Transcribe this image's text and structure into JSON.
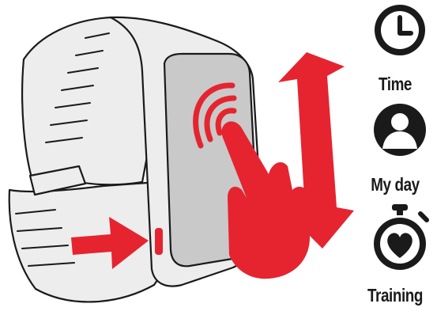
{
  "modes": [
    {
      "label": "Time",
      "icon": "clock-icon"
    },
    {
      "label": "My day",
      "icon": "person-icon"
    },
    {
      "label": "Training",
      "icon": "stopwatch-heart-icon"
    }
  ],
  "colors": {
    "accent": "#e52430",
    "outline": "#1a1a1a",
    "band": "#ededed",
    "screen": "#c9c9c9",
    "background": "#ffffff"
  }
}
